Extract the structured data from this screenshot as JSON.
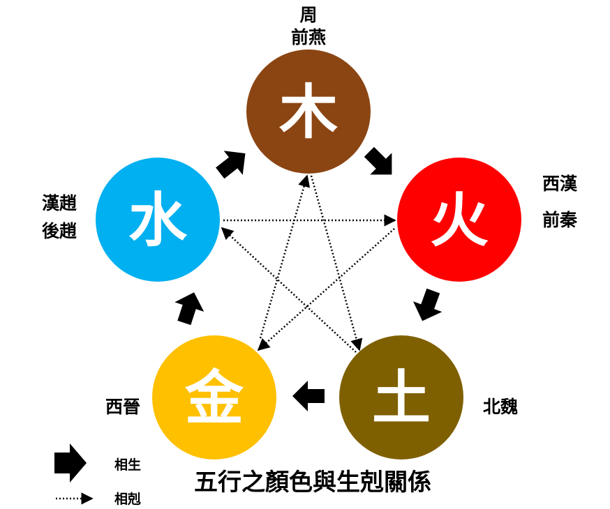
{
  "elements": [
    {
      "key": "wood",
      "char": "木",
      "color": "#8B4513",
      "dynasties": [
        "周",
        "前燕"
      ]
    },
    {
      "key": "fire",
      "char": "火",
      "color": "#FF0000",
      "dynasties": [
        "西漢",
        "前秦"
      ]
    },
    {
      "key": "earth",
      "char": "土",
      "color": "#7F6000",
      "dynasties": [
        "北魏"
      ]
    },
    {
      "key": "metal",
      "char": "金",
      "color": "#FFC000",
      "dynasties": [
        "西晉"
      ]
    },
    {
      "key": "water",
      "char": "水",
      "color": "#00B0F0",
      "dynasties": [
        "漢趙",
        "後趙"
      ]
    }
  ],
  "legend": {
    "generating_label": "相生",
    "overcoming_label": "相剋"
  },
  "caption": "五行之顏色與生剋關係",
  "arrow_color": "#000000"
}
